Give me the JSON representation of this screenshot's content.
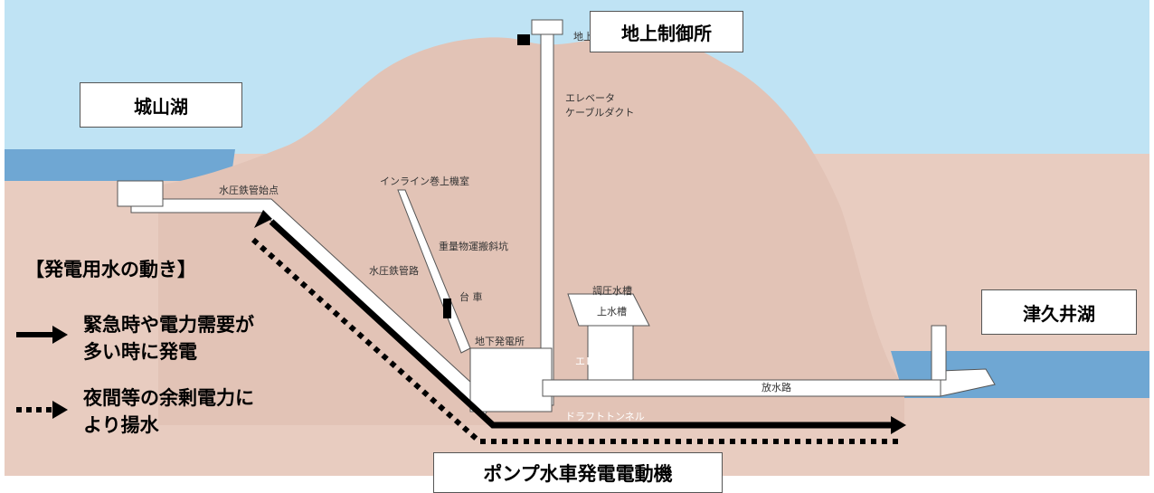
{
  "lakes": {
    "upper": "城山湖",
    "lower": "津久井湖"
  },
  "control_station": "地上制御所",
  "control_station_small": "地上",
  "machine_title": "ポンプ水車発電電動機",
  "facility_labels": {
    "elevator_cable_duct_1": "エレベータ",
    "elevator_cable_duct_2": "ケーブルダクト",
    "penstock_start": "水圧鉄管始点",
    "incline_hoist_room": "インライン巻上機室",
    "heavy_transport_shaft": "重量物運搬斜坑",
    "penstock_path": "水圧鉄管路",
    "carriage": "台 車",
    "surge_tank": "調圧水槽",
    "upper_tank": "上水槽",
    "underground_power_station": "地下発電所",
    "elevator": "エレベータ",
    "tailrace": "放水路",
    "draft_tunnel": "ドラフトトンネル"
  },
  "legend": {
    "title": "【発電用水の動き】",
    "generation": "緊急時や電力需要が\n多い時に発電",
    "pumping": "夜間等の余剰電力に\nより揚水"
  },
  "colors": {
    "sky": "#bfe3f4",
    "water": "#6fa7d3",
    "ground": "#e8ccc0",
    "mountain": "#e2c3b6",
    "structure": "#ffffff",
    "arrow": "#000000"
  }
}
